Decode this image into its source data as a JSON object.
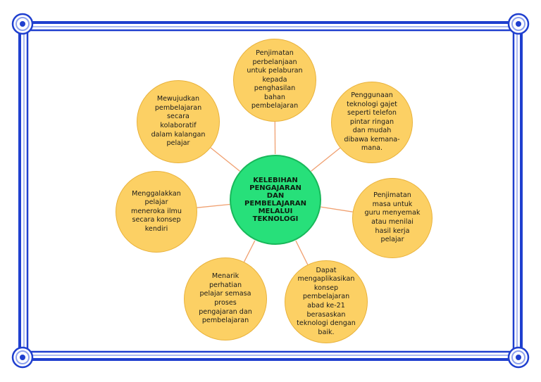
{
  "colors": {
    "frame": "#1f3fcf",
    "frame_light": "#8fa2ee",
    "connector": "#f0a070",
    "node_fill": "#fcd064",
    "center_fill": "#27e07a"
  },
  "diagram": {
    "center": {
      "label": "KELEBIHAN\nPENGAJARAN\nDAN\nPEMBELAJARAN\nMELALUI\nTEKNOLOGI"
    },
    "nodes": [
      {
        "label": "Penjimatan\nperbelanjaan\nuntuk pelaburan\nkepada\npenghasilan\nbahan\npembelajaran"
      },
      {
        "label": "Penggunaan\nteknologi gajet\nseperti telefon\npintar ringan\ndan mudah\ndibawa kemana-\nmana."
      },
      {
        "label": "Penjimatan\nmasa untuk\nguru menyemak\natau menilai\nhasil kerja\npelajar"
      },
      {
        "label": "Dapat\nmengaplikasikan\nkonsep\npembelajaran\nabad ke-21\nberasaskan\nteknologi dengan\nbaik."
      },
      {
        "label": "Menarik\nperhatian\npelajar semasa\nproses\npengajaran dan\npembelajaran"
      },
      {
        "label": "Menggalakkan\npelajar\nmeneroka ilmu\nsecara konsep\nkendiri"
      },
      {
        "label": "Mewujudkan\npembelajaran\nsecara\nkolaboratif\ndalam kalangan\npelajar"
      }
    ]
  }
}
